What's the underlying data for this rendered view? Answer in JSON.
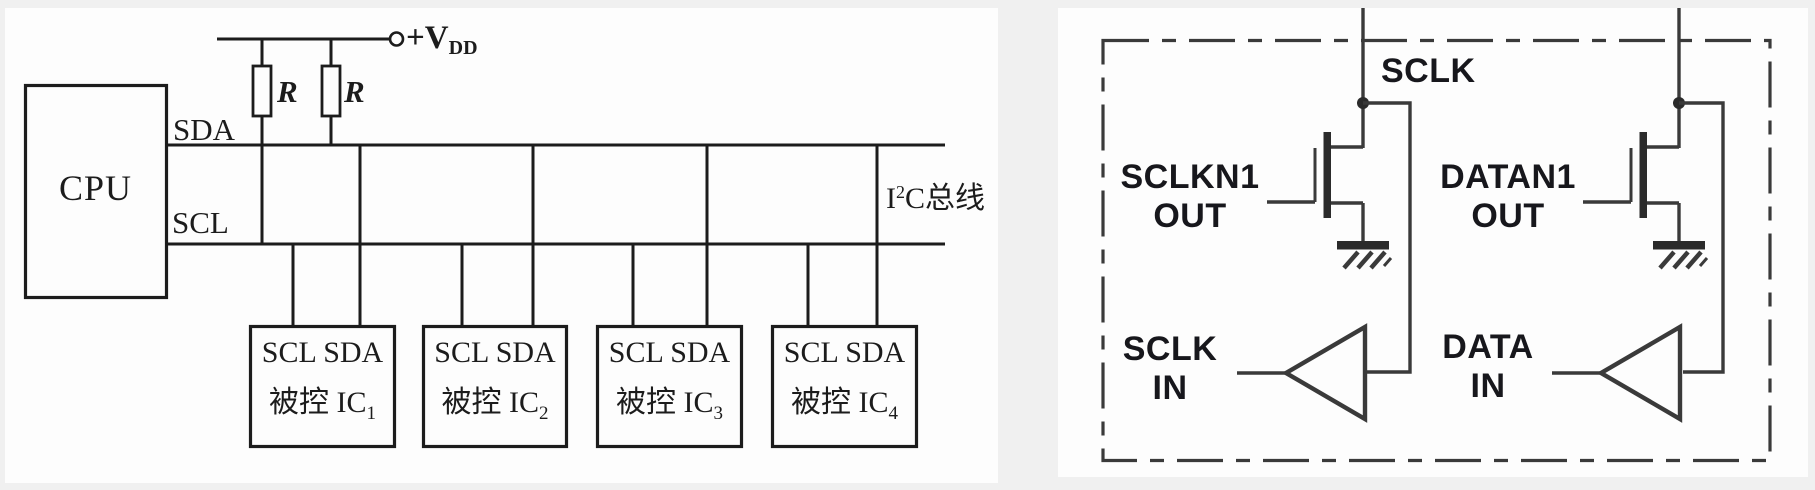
{
  "colors": {
    "background": "#f0f0f0",
    "panel": "#fdfdfd",
    "left_ink": "#1c1c1c",
    "right_ink": "#333333",
    "right_text": "#17171c"
  },
  "left_panel": {
    "cpu": "CPU",
    "sda": "SDA",
    "scl": "SCL",
    "resistor_1": "R",
    "resistor_2": "R",
    "vdd_base": "+V",
    "vdd_sub": "DD",
    "bus_base": "I",
    "bus_sup": "2",
    "bus_rest": "C总线",
    "ics": [
      {
        "pins": "SCL SDA",
        "name": "被控 IC",
        "sub": "1"
      },
      {
        "pins": "SCL SDA",
        "name": "被控 IC",
        "sub": "2"
      },
      {
        "pins": "SCL SDA",
        "name": "被控 IC",
        "sub": "3"
      },
      {
        "pins": "SCL SDA",
        "name": "被控 IC",
        "sub": "4"
      }
    ]
  },
  "right_panel": {
    "sclk": "SCLK",
    "sclkn1_out_line1": "SCLKN1",
    "sclkn1_out_line2": "OUT",
    "sclk_in_line1": "SCLK",
    "sclk_in_line2": "IN",
    "datan1_out_line1": "DATAN1",
    "datan1_out_line2": "OUT",
    "data_in_line1": "DATA",
    "data_in_line2": "IN"
  }
}
